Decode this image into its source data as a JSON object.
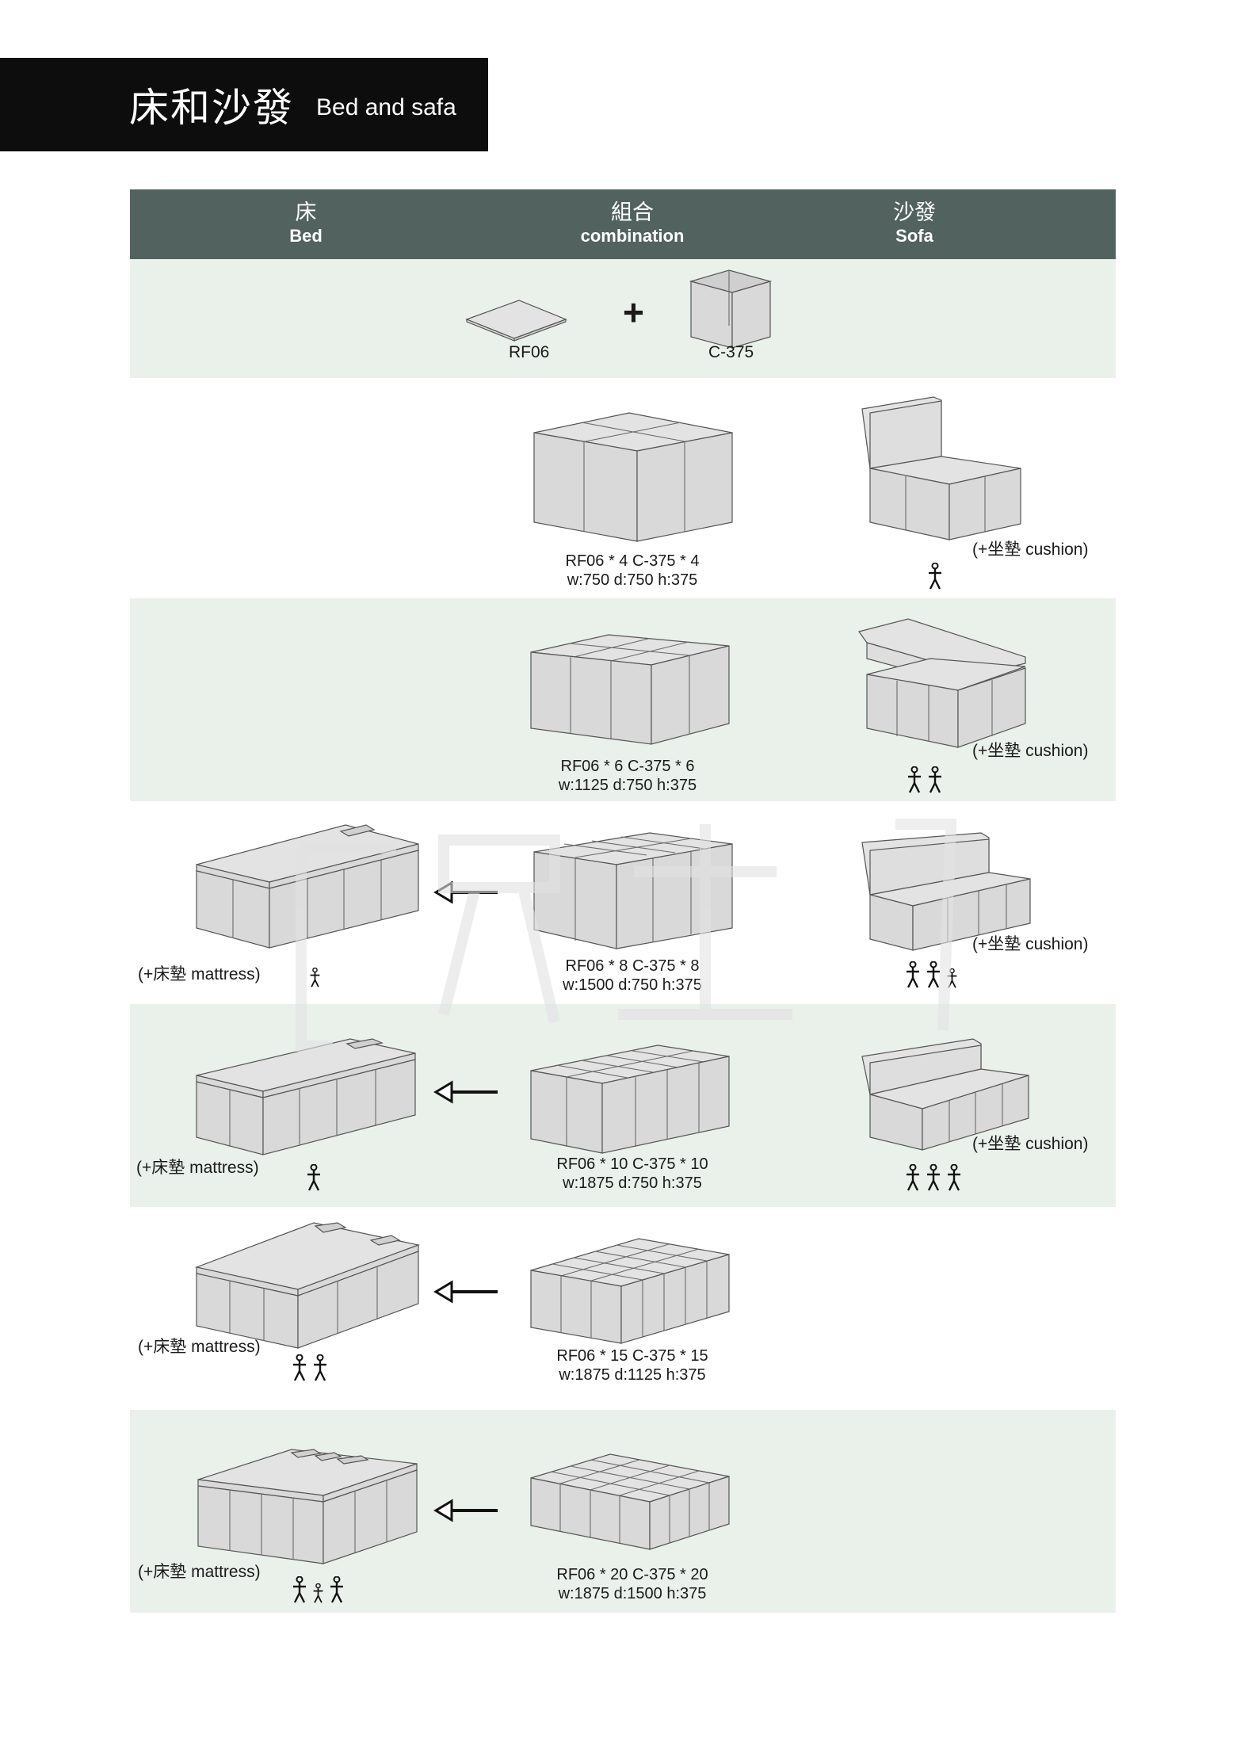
{
  "header": {
    "title_zh": "床和沙發",
    "title_en": "Bed and safa"
  },
  "columns": [
    {
      "zh": "床",
      "en": "Bed"
    },
    {
      "zh": "組合",
      "en": "combination"
    },
    {
      "zh": "沙發",
      "en": "Sofa"
    }
  ],
  "base": {
    "board": "RF06",
    "plus": "+",
    "cube": "C-375"
  },
  "notes": {
    "cushion": "(+坐墊 cushion)",
    "mattress": "(+床墊 mattress)"
  },
  "rows": [
    {
      "combo": "RF06 * 4    C-375 * 4",
      "dims": "w:750  d:750  h:375"
    },
    {
      "combo": "RF06 * 6    C-375 * 6",
      "dims": "w:1125  d:750  h:375"
    },
    {
      "combo": "RF06 * 8    C-375 * 8",
      "dims": "w:1500  d:750  h:375"
    },
    {
      "combo": "RF06 * 10    C-375 * 10",
      "dims": "w:1875  d:750  h:375"
    },
    {
      "combo": "RF06 * 15    C-375 * 15",
      "dims": "w:1875  d:1125  h:375"
    },
    {
      "combo": "RF06 * 20    C-375 * 20",
      "dims": "w:1875  d:1500  h:375"
    }
  ],
  "colors": {
    "header_bg": "#52625f",
    "row_shade": "#e9f1ea",
    "title_bg": "#0d0d0d"
  },
  "icons": [
    "arrow-right-icon",
    "arrow-left-icon",
    "person-icon"
  ]
}
